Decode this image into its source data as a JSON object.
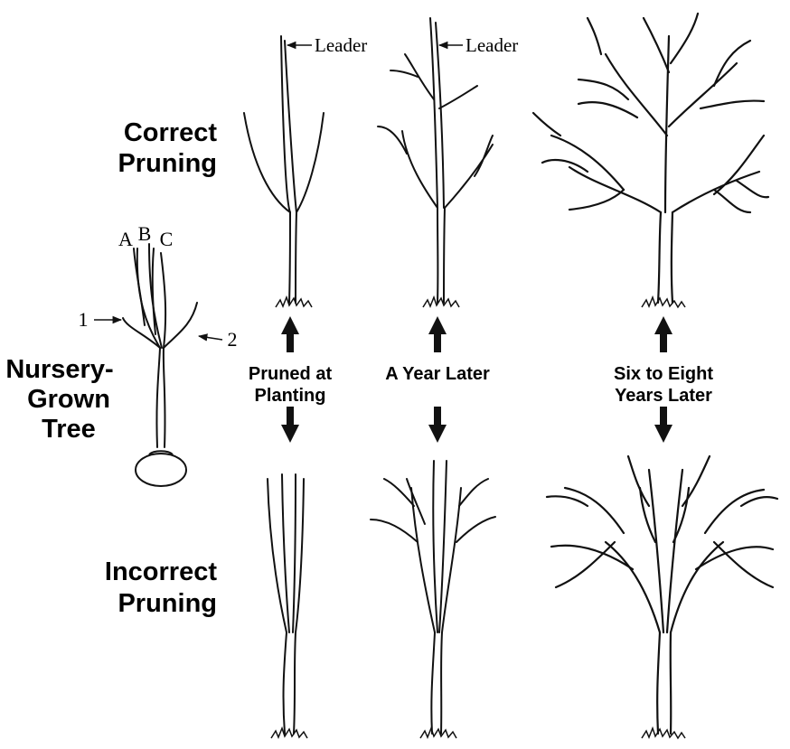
{
  "row_labels": {
    "correct_line1": "Correct",
    "correct_line2": "Pruning",
    "incorrect_line1": "Incorrect",
    "incorrect_line2": "Pruning",
    "nursery_line1": "Nursery-",
    "nursery_line2": "Grown",
    "nursery_line3": "Tree"
  },
  "stage_labels": {
    "planting_line1": "Pruned at",
    "planting_line2": "Planting",
    "year_line1": "A Year Later",
    "later_line1": "Six to Eight",
    "later_line2": "Years Later"
  },
  "callouts": {
    "leader_1": "Leader",
    "leader_2": "Leader",
    "branch_a": "A",
    "branch_b": "B",
    "branch_c": "C",
    "branch_1": "1",
    "branch_2": "2"
  },
  "colors": {
    "ink": "#111111",
    "background": "#ffffff"
  }
}
